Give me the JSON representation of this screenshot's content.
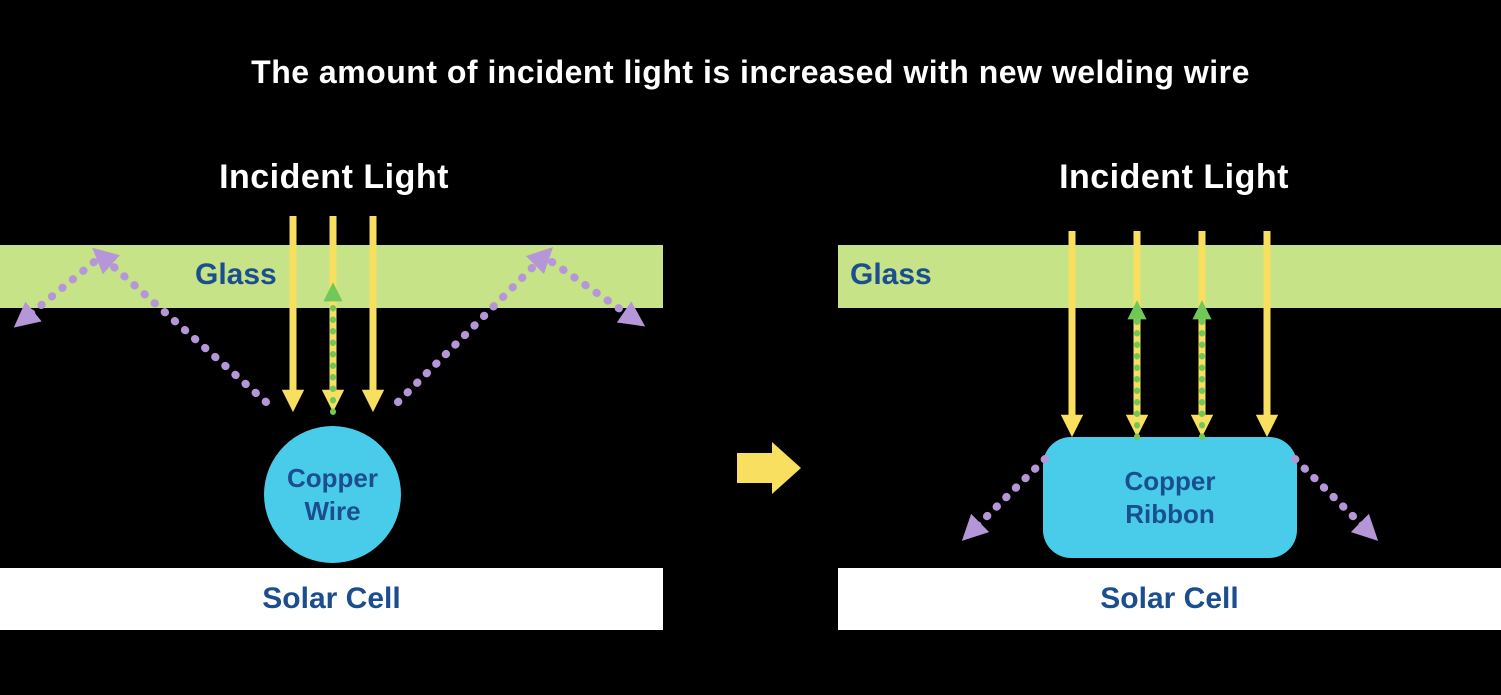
{
  "title": "The amount of incident light is increased with new welding wire",
  "left_panel": {
    "incident_light_label": "Incident Light",
    "glass_label": "Glass",
    "component_line1": "Copper",
    "component_line2": "Wire",
    "solar_cell_label": "Solar Cell"
  },
  "right_panel": {
    "incident_light_label": "Incident Light",
    "glass_label": "Glass",
    "component_line1": "Copper",
    "component_line2": "Ribbon",
    "solar_cell_label": "Solar Cell"
  },
  "transition_arrow": {
    "direction": "right"
  },
  "colors": {
    "background": "#000000",
    "title_text": "#ffffff",
    "glass_fill": "#c7e387",
    "incident_ray_yellow": "#f8df5f",
    "reflected_ray_green": "#70c858",
    "scattered_ray_purple": "#b596d8",
    "copper_component_cyan": "#49cce9",
    "label_blue": "#1a4e8f",
    "solar_cell_fill": "#ffffff"
  }
}
